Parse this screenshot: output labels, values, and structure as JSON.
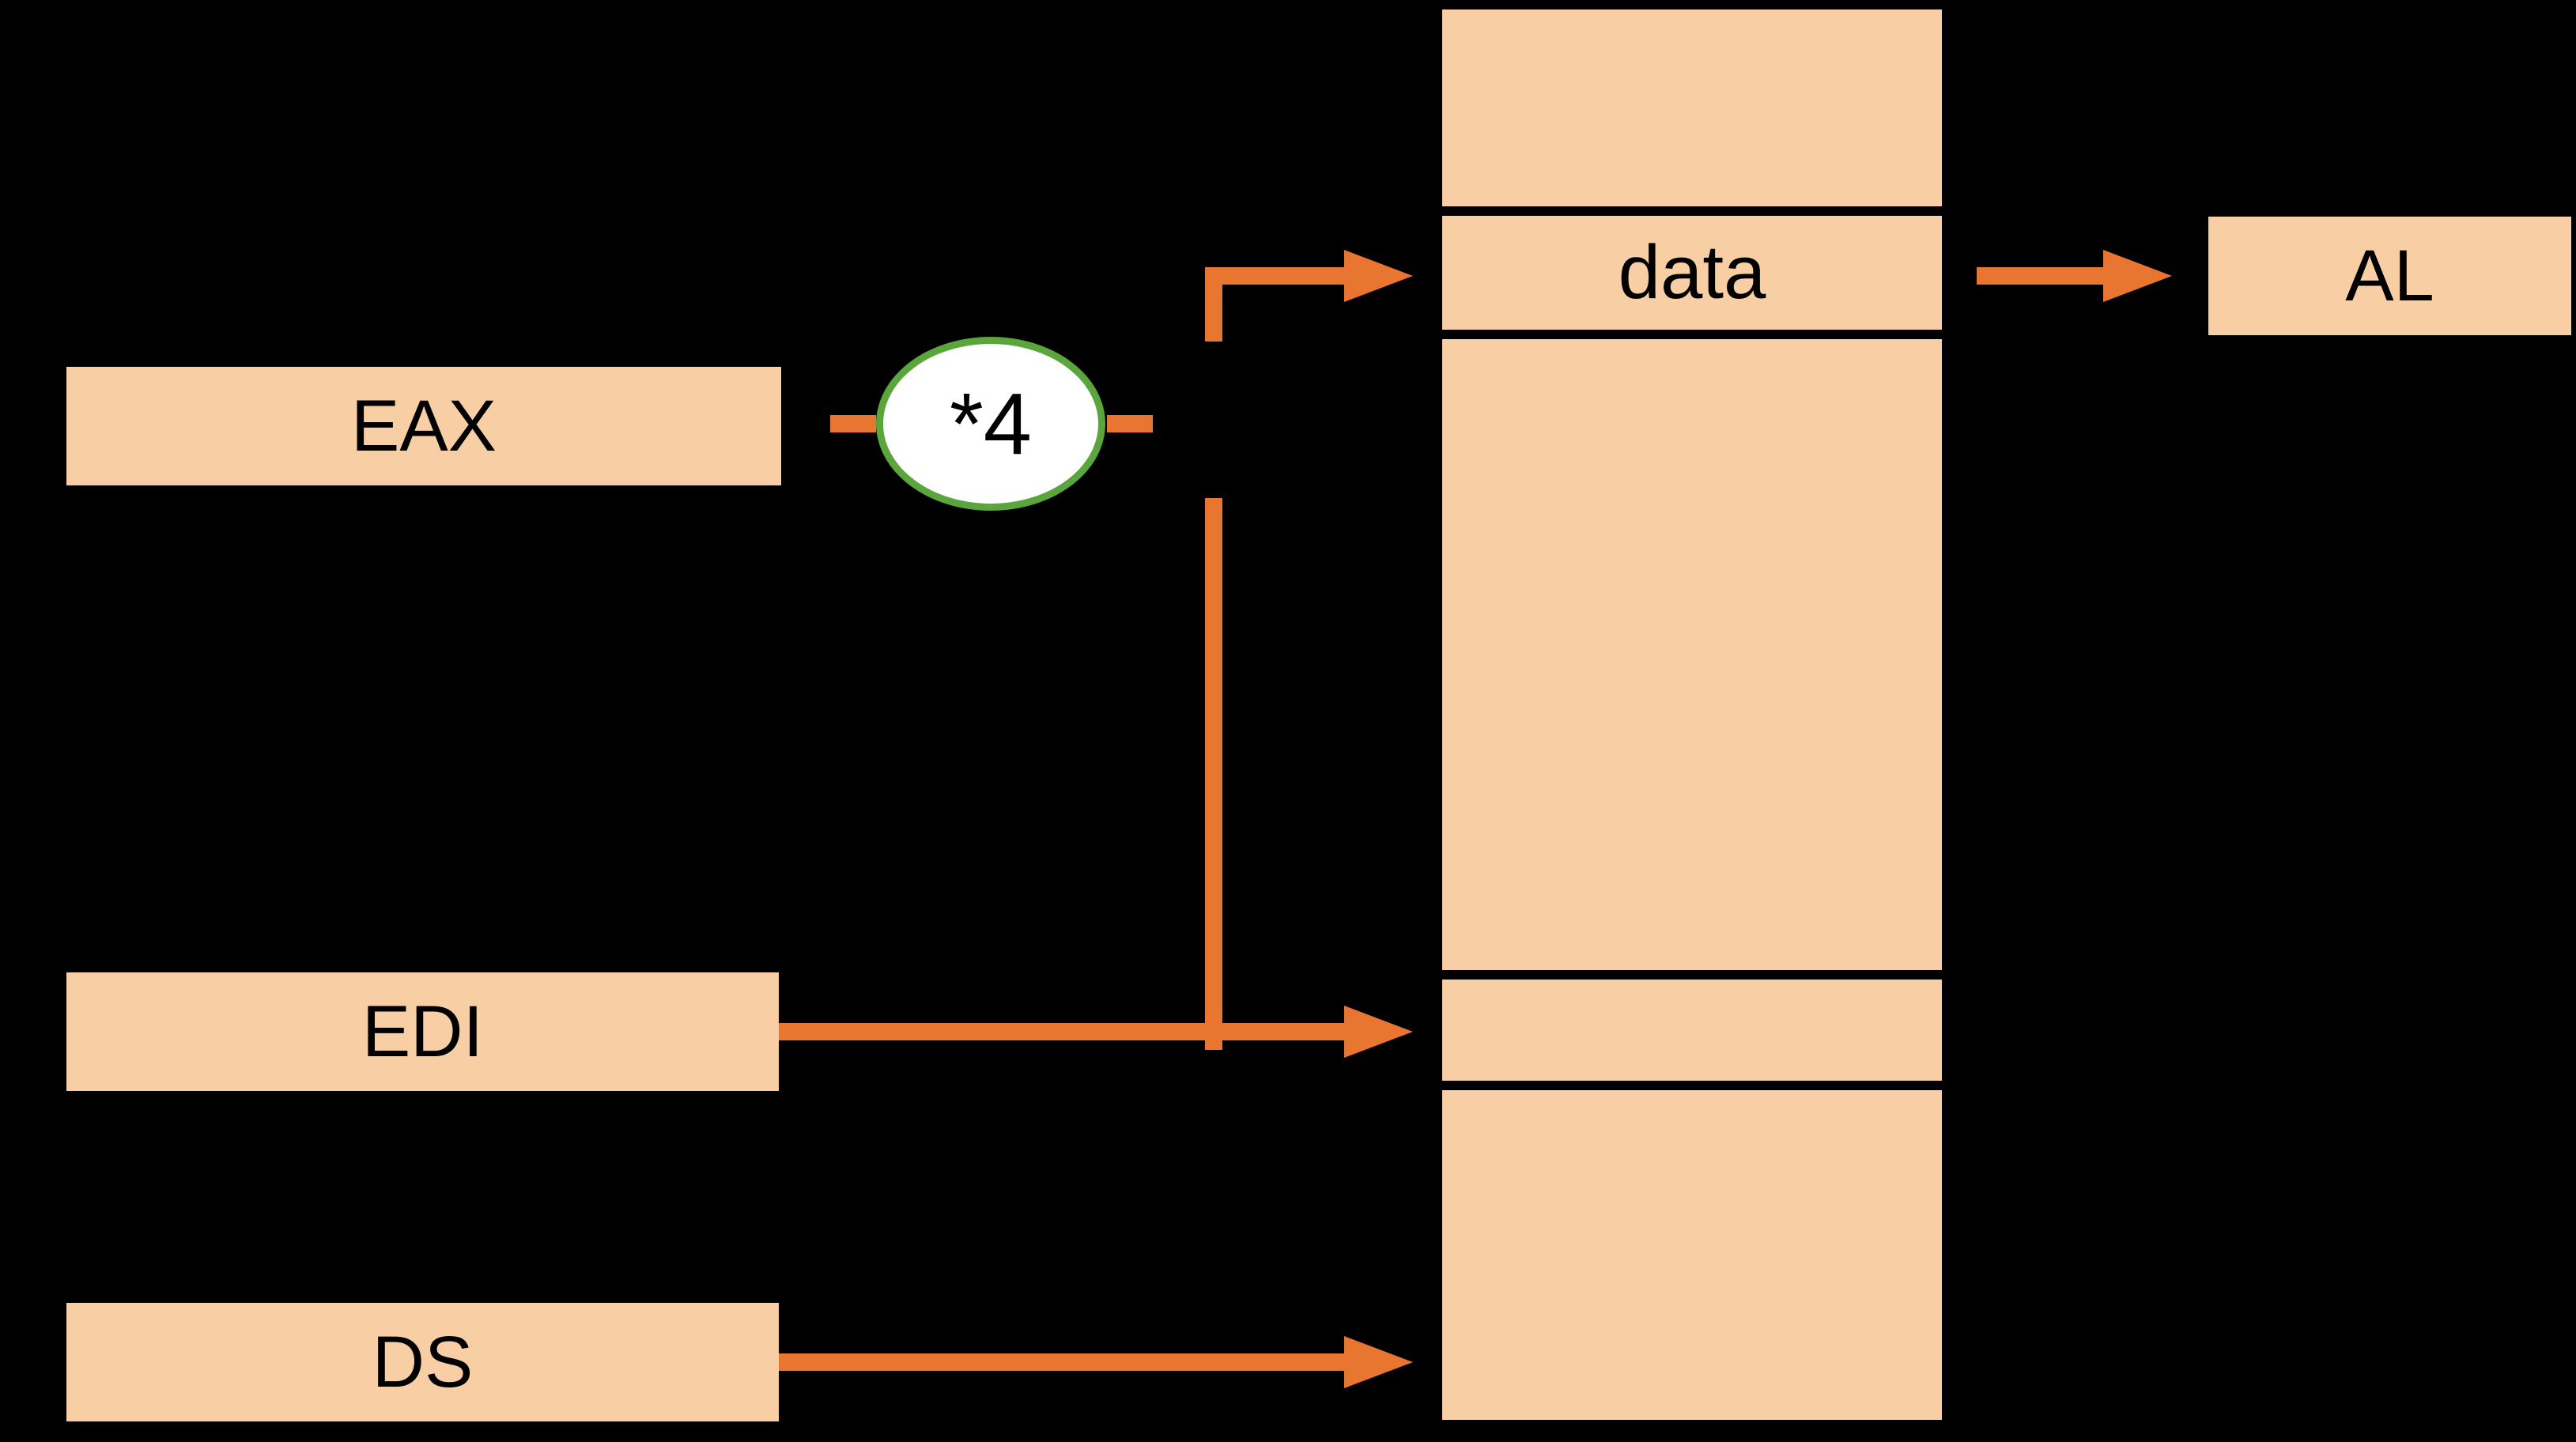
{
  "colors": {
    "background": "#000000",
    "box_fill": "#F8CEA4",
    "arrow": "#E87530",
    "ellipse_stroke": "#5BA63C",
    "ellipse_fill": "#FFFFFF",
    "divider": "#000000",
    "text": "#000000"
  },
  "registers": {
    "eax": {
      "label": "EAX"
    },
    "edi": {
      "label": "EDI"
    },
    "ds": {
      "label": "DS"
    },
    "al": {
      "label": "AL"
    }
  },
  "multiplier": {
    "label": "*4"
  },
  "memory": {
    "cells": [
      {
        "label": ""
      },
      {
        "label": "data"
      },
      {
        "label": ""
      },
      {
        "label": ""
      },
      {
        "label": ""
      }
    ]
  }
}
